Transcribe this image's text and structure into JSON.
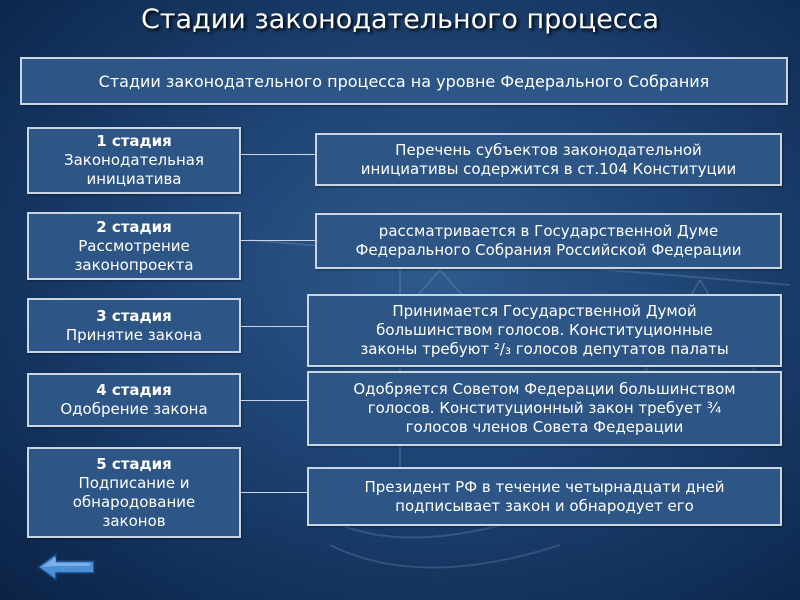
{
  "title": "Стадии законодательного процесса",
  "header": "Стадии законодательного процесса на уровне Федерального Собрания",
  "stages": [
    {
      "num": "1 стадия",
      "lines": [
        "Законодательная",
        "инициатива"
      ],
      "desc": [
        "Перечень субъектов законодательной",
        "инициативы содержится в ст.104 Конституции"
      ]
    },
    {
      "num": "2 стадия",
      "lines": [
        "Рассмотрение",
        "законопроекта"
      ],
      "desc": [
        "рассматривается в Государственной Думе",
        "Федерального Собрания Российской Федерации"
      ]
    },
    {
      "num": "3 стадия",
      "lines": [
        "Принятие закона"
      ],
      "desc": [
        "Принимается Государственной Думой",
        "большинством голосов. Конституционные",
        "законы требуют ²/₃ голосов депутатов палаты"
      ]
    },
    {
      "num": "4 стадия",
      "lines": [
        "Одобрение закона"
      ],
      "desc": [
        "Одобряется Советом Федерации большинством",
        "голосов. Конституционный закон требует ¾",
        "голосов членов Совета Федерации"
      ]
    },
    {
      "num": "5 стадия",
      "lines": [
        "Подписание и",
        "обнародование",
        "законов"
      ],
      "desc": [
        "Президент РФ в течение четырнадцати дней",
        "подписывает закон и обнародует его"
      ]
    }
  ],
  "nav": {
    "back_icon": "left-arrow-icon"
  },
  "colors": {
    "box_fill": "#2d5585",
    "box_border": "#c9d5e3",
    "text": "#ffffff",
    "arrow": "#4a90d9"
  }
}
